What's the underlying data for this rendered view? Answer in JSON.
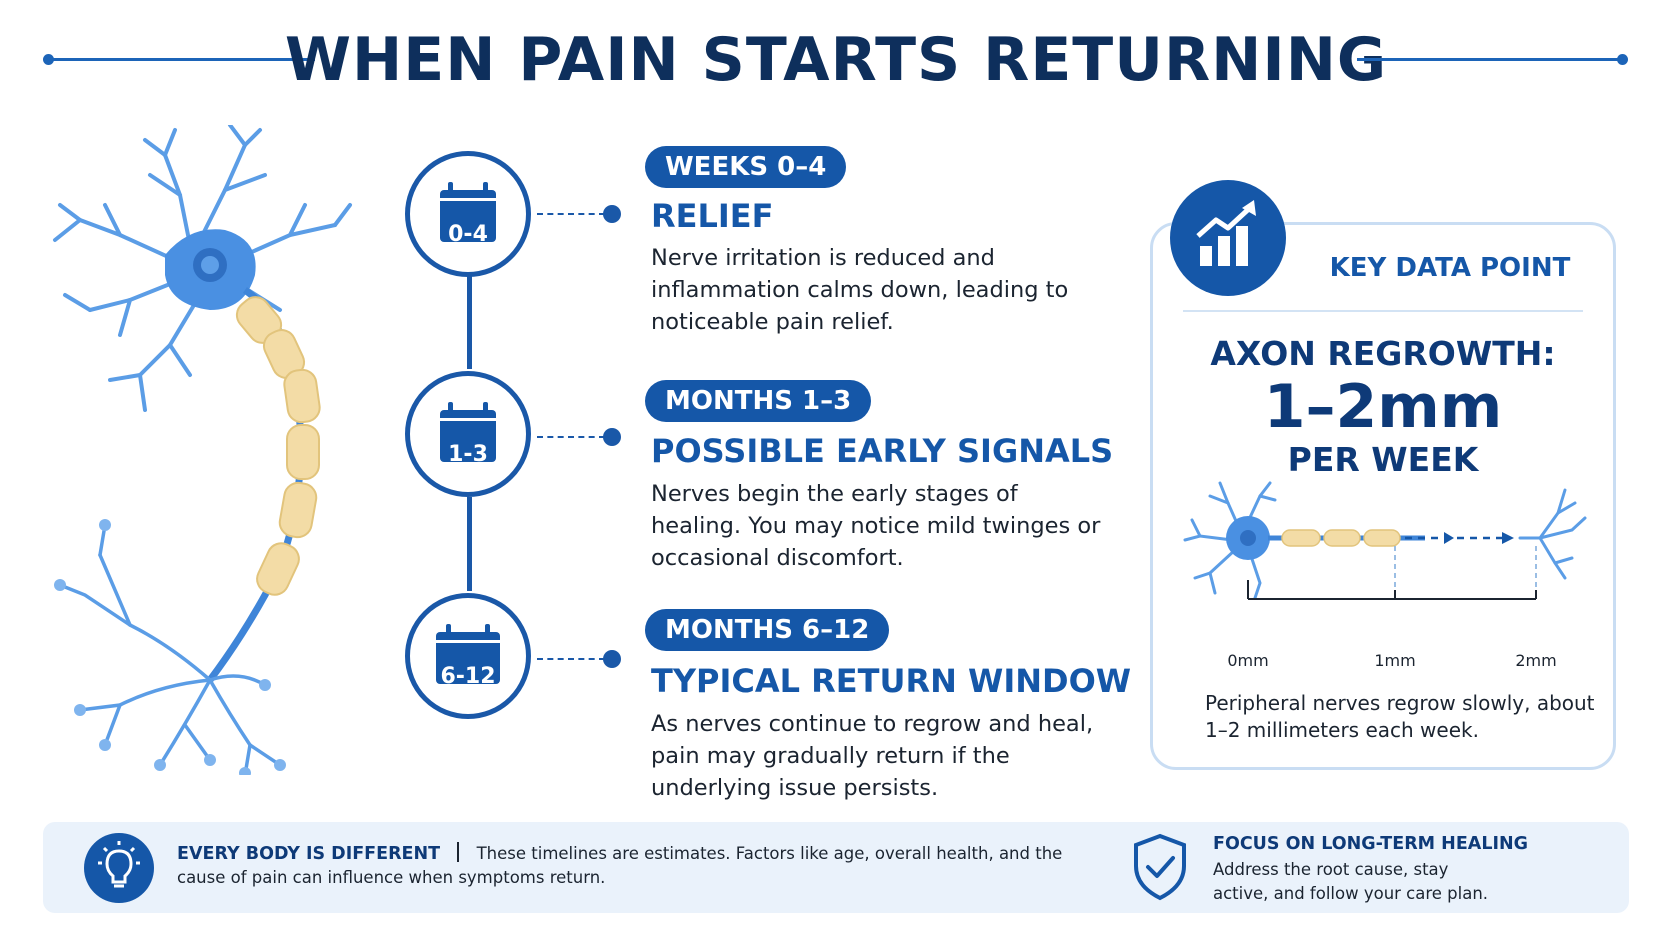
{
  "title": "WHEN PAIN STARTS RETURNING",
  "colors": {
    "primary": "#1557a8",
    "dark": "#0e2f5c",
    "nerve": "#4a90e2",
    "myelin": "#f3dca6",
    "banner": "#eaf2fb"
  },
  "timeline": [
    {
      "icon_label": "0-4",
      "pill": "WEEKS 0–4",
      "title": "RELIEF",
      "desc": "Nerve irritation is reduced and inflammation calms down, leading to noticeable pain relief."
    },
    {
      "icon_label": "1-3",
      "pill": "MONTHS 1–3",
      "title": "POSSIBLE EARLY SIGNALS",
      "desc": "Nerves begin the early stages of healing. You may notice mild twinges or occasional discomfort."
    },
    {
      "icon_label": "6-12",
      "pill": "MONTHS 6–12",
      "title": "TYPICAL RETURN WINDOW",
      "desc": "As nerves continue to regrow and heal, pain may gradually return if the underlying issue persists."
    }
  ],
  "key_data": {
    "label": "KEY DATA POINT",
    "headline": "AXON REGROWTH:",
    "value": "1–2mm",
    "unit": "PER WEEK",
    "scale": [
      "0mm",
      "1mm",
      "2mm"
    ],
    "footnote": "Peripheral nerves regrow slowly, about 1–2 millimeters each week."
  },
  "banner": {
    "left_title": "EVERY BODY IS DIFFERENT",
    "left_text": "These timelines are estimates. Factors like age, overall health, and the cause of pain can influence when symptoms return.",
    "right_title": "FOCUS ON LONG-TERM HEALING",
    "right_text": "Address the root cause, stay active, and follow your care plan."
  },
  "icons": [
    "neuron-illustration",
    "calendar-icon",
    "chart-growth-icon",
    "lightbulb-icon",
    "shield-check-icon"
  ]
}
